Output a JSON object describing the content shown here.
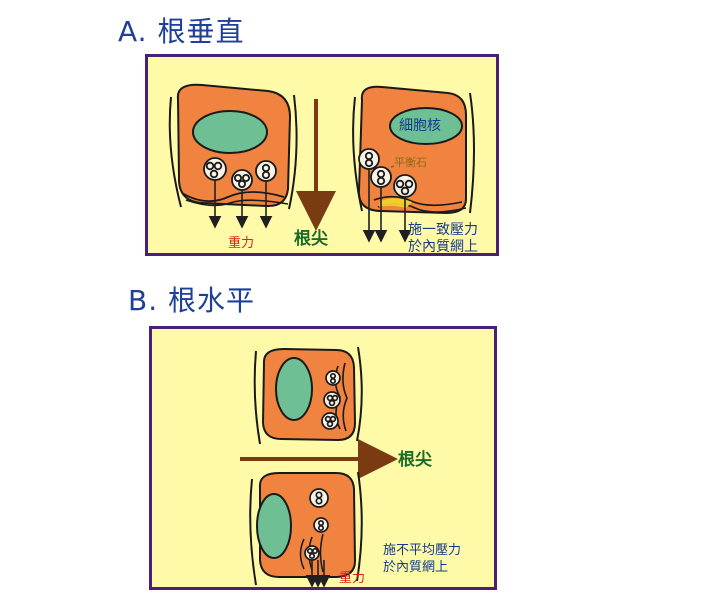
{
  "sections": {
    "a_title": "A. 根垂直",
    "b_title": "B. 根水平"
  },
  "panel_a": {
    "gravity_label": "重力",
    "root_tip_label": "根尖",
    "nucleus_label": "細胞核",
    "statolith_label": "平衡石",
    "pressure_line1": "施一致壓力",
    "pressure_line2": "於內質網上"
  },
  "panel_b": {
    "root_tip_label": "根尖",
    "pressure_line1": "施不平均壓力",
    "pressure_line2": "於內質網上",
    "gravity_label": "重力"
  },
  "colors": {
    "panel_bg": "#fffaa8",
    "panel_border": "#4b1f73",
    "cell_fill": "#f0833f",
    "nucleus_fill": "#6fbf95",
    "title": "#1f3f9a",
    "gravity": "#e11d1d",
    "root_tip": "#1b6b2b",
    "arrow": "#7a3b12"
  }
}
